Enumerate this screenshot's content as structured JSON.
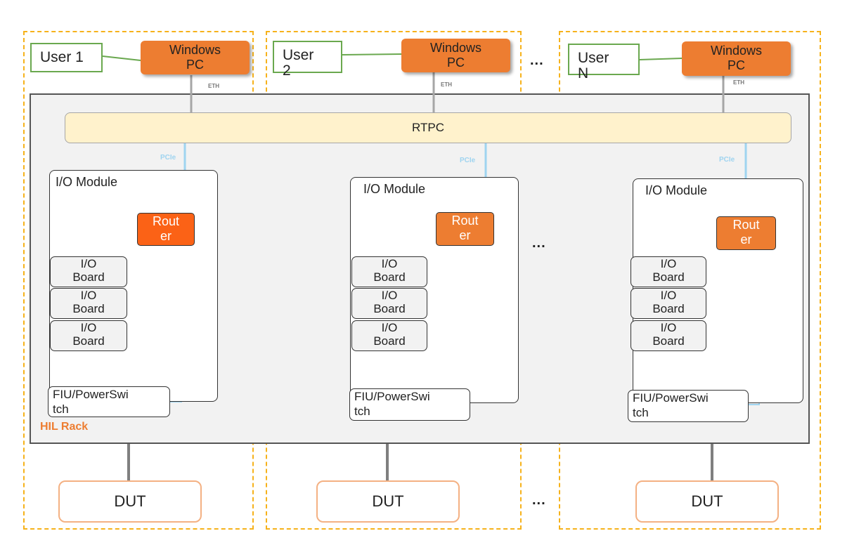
{
  "diagram": {
    "rack_label": "HIL Rack",
    "rtpc_label": "RTPC",
    "eth_label": "ETH",
    "pcie_label": "PCIe",
    "ellipsis": "...",
    "columns": [
      {
        "user": "User 1",
        "pc": [
          "Windows",
          "PC"
        ],
        "io_module": "I/O Module",
        "router": [
          "Rout",
          "er"
        ],
        "boards": [
          [
            "I/O",
            "Board"
          ],
          [
            "I/O",
            "Board"
          ],
          [
            "I/O",
            "Board"
          ]
        ],
        "fiu": [
          "FIU/PowerSwi",
          "tch"
        ],
        "dut": "DUT"
      },
      {
        "user": "User 2",
        "pc": [
          "Windows",
          "PC"
        ],
        "io_module": "I/O Module",
        "router": [
          "Rout",
          "er"
        ],
        "boards": [
          [
            "I/O",
            "Board"
          ],
          [
            "I/O",
            "Board"
          ],
          [
            "I/O",
            "Board"
          ]
        ],
        "fiu": [
          "FIU/PowerSwi",
          "tch"
        ],
        "dut": "DUT"
      },
      {
        "user": "User N",
        "pc": [
          "Windows",
          "PC"
        ],
        "io_module": "I/O Module",
        "router": [
          "Rout",
          "er"
        ],
        "boards": [
          [
            "I/O",
            "Board"
          ],
          [
            "I/O",
            "Board"
          ],
          [
            "I/O",
            "Board"
          ]
        ],
        "fiu": [
          "FIU/PowerSwi",
          "tch"
        ],
        "dut": "DUT"
      }
    ],
    "colors": {
      "column_border": "#f6b21b",
      "user_border": "#6aa84f",
      "pc_fill": "#ed7d31",
      "router_fill_1": "#fb6216",
      "router_fill_other": "#ed7d31",
      "rtpc_fill": "#fff2cc",
      "rack_fill": "#f2f2f2",
      "dut_border": "#f4b183",
      "pcie_line": "#9fd4f0",
      "eth_line": "#a6a6a6",
      "rack_label": "#ed7d31"
    }
  }
}
